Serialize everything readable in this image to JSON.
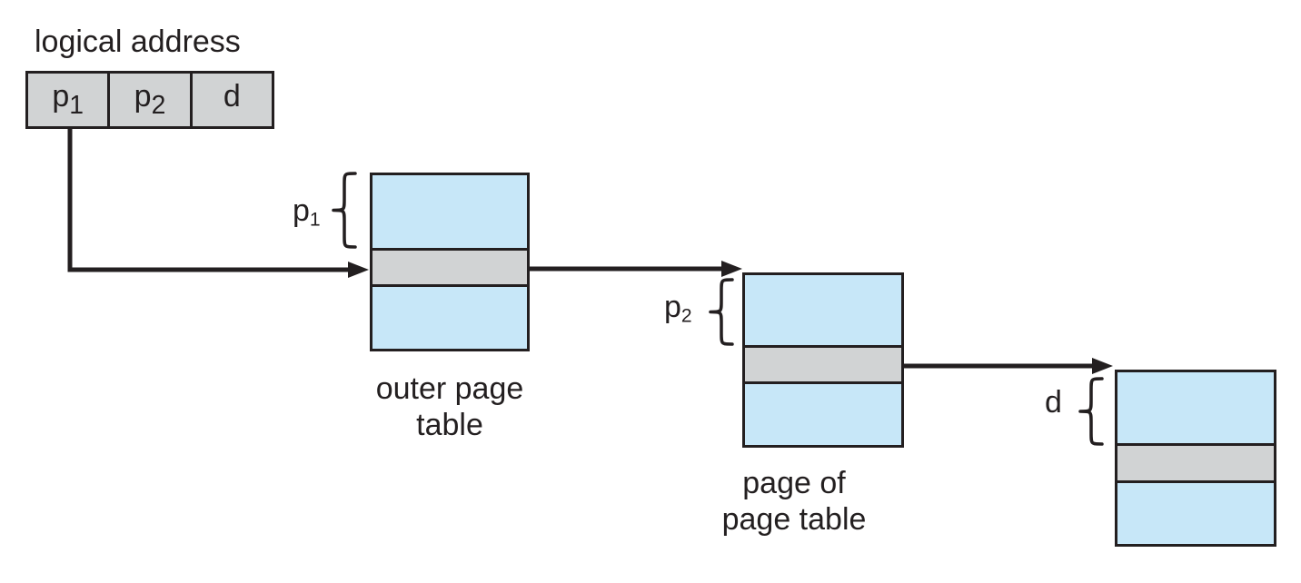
{
  "diagram": {
    "title": "logical address",
    "logical_address_cells": [
      {
        "base": "p",
        "sub": "1"
      },
      {
        "base": "p",
        "sub": "2"
      },
      {
        "base": "d",
        "sub": ""
      }
    ],
    "index_labels": [
      {
        "base": "p",
        "sub": "1"
      },
      {
        "base": "p",
        "sub": "2"
      },
      {
        "base": "d",
        "sub": ""
      }
    ],
    "captions": {
      "outer_line1": "outer page",
      "outer_line2": "table",
      "middle_line1": "page of",
      "middle_line2": "page table"
    },
    "colors": {
      "blue_fill": "#c7e7f8",
      "gray_fill": "#d1d3d4",
      "line": "#231f20"
    }
  }
}
